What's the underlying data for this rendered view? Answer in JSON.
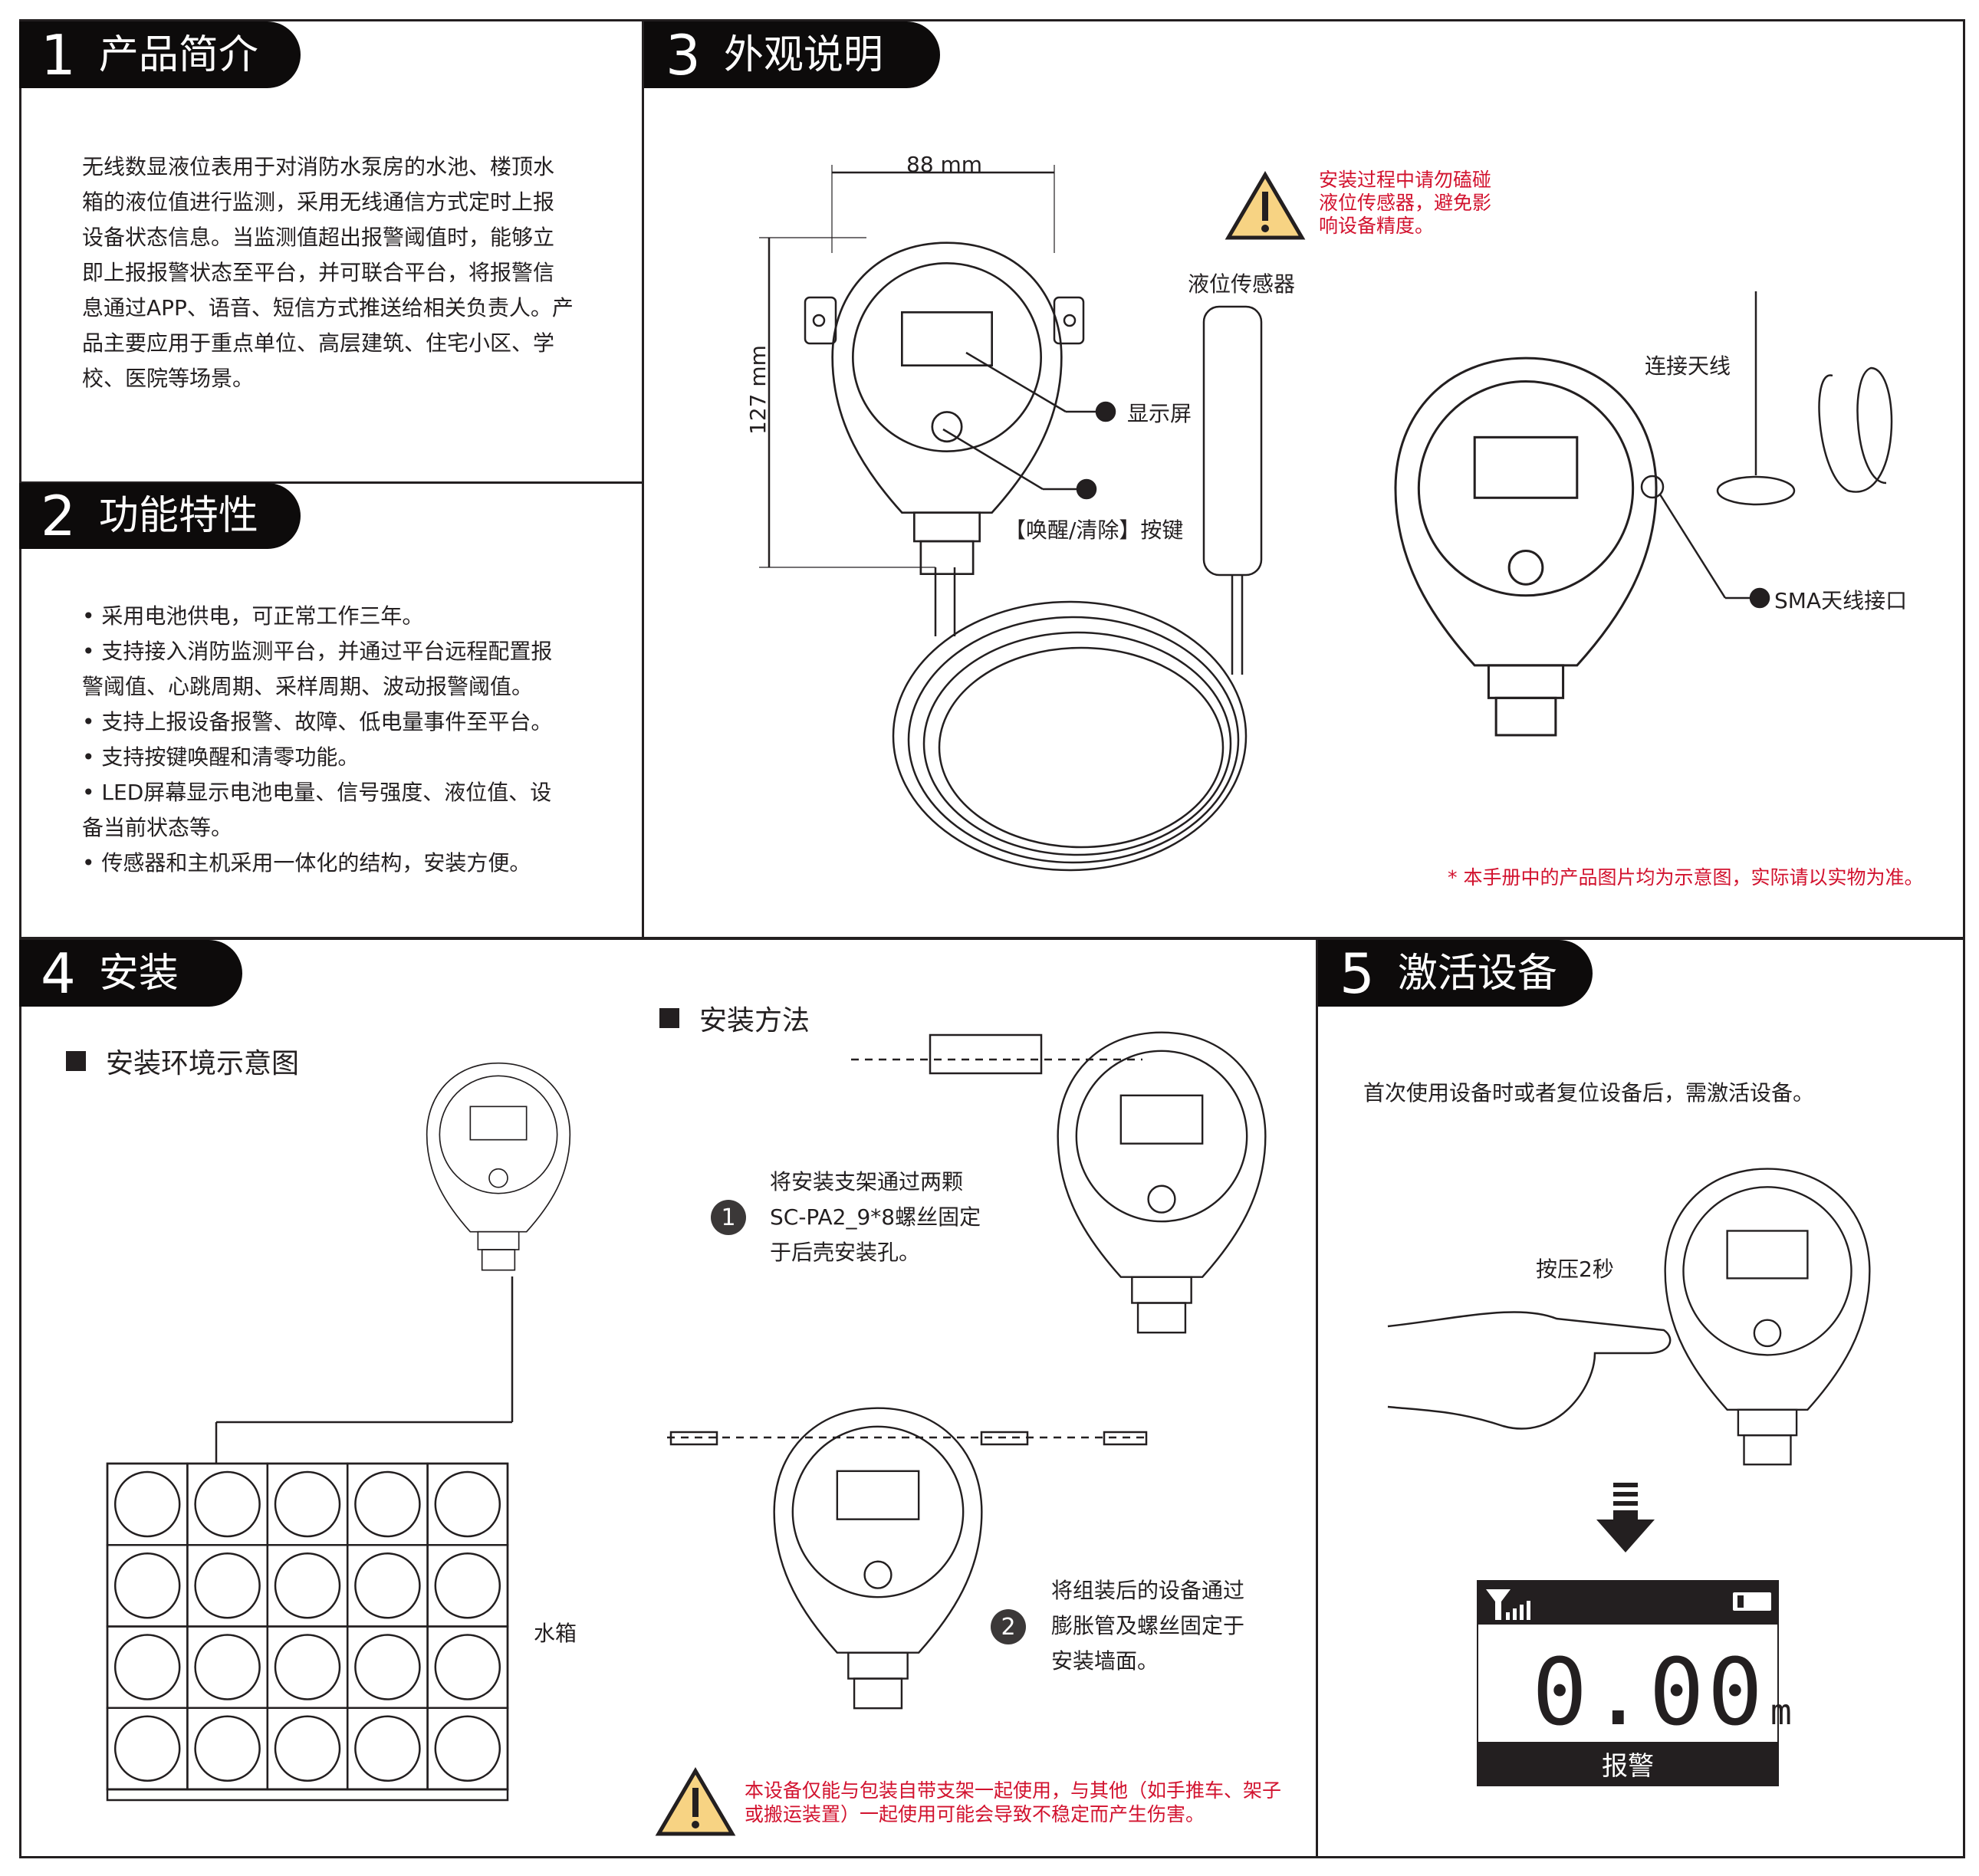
{
  "sections": {
    "s1": {
      "number": "1",
      "title": "产品简介",
      "paragraph": [
        "无线数显液位表用于对消防水泵房的水池、楼顶水",
        "箱的液位值进行监测，采用无线通信方式定时上报",
        "设备状态信息。当监测值超出报警阈值时，能够立",
        "即上报报警状态至平台，并可联合平台，将报警信",
        "息通过APP、语音、短信方式推送给相关负责人。产",
        "品主要应用于重点单位、高层建筑、住宅小区、学",
        "校、医院等场景。"
      ]
    },
    "s2": {
      "number": "2",
      "title": "功能特性",
      "lines": [
        "•  采用电池供电，可正常工作三年。",
        "•  支持接入消防监测平台，并通过平台远程配置报",
        "警阈值、心跳周期、采样周期、波动报警阈值。",
        "•  支持上报设备报警、故障、低电量事件至平台。",
        "•  支持按键唤醒和清零功能。",
        "•  LED屏幕显示电池电量、信号强度、液位值、设",
        "备当前状态等。",
        "•  传感器和主机采用一体化的结构，安装方便。"
      ]
    },
    "s3": {
      "number": "3",
      "title": "外观说明",
      "width_dim": "88 mm",
      "height_dim": "127 mm",
      "label_display": "显示屏",
      "label_button": "【唤醒/清除】按键",
      "label_sensor": "液位传感器",
      "label_antenna": "连接天线",
      "label_sma": "SMA天线接口",
      "warning": [
        "安装过程中请勿磕碰",
        "液位传感器，避免影",
        "响设备精度。"
      ],
      "footnote": "* 本手册中的产品图片均为示意图，实际请以实物为准。"
    },
    "s4": {
      "number": "4",
      "title": "安装",
      "env_title": "安装环境示意图",
      "tank_label": "水箱",
      "method_title": "安装方法",
      "step1": {
        "num": "1",
        "lines": [
          "将安装支架通过两颗",
          "SC-PA2_9*8螺丝固定",
          "于后壳安装孔。"
        ]
      },
      "step2": {
        "num": "2",
        "lines": [
          "将组装后的设备通过",
          "膨胀管及螺丝固定于",
          "安装墙面。"
        ]
      },
      "warning": [
        "本设备仅能与包装自带支架一起使用，与其他（如手推车、架子",
        "或搬运装置）一起使用可能会导致不稳定而产生伤害。"
      ]
    },
    "s5": {
      "number": "5",
      "title": "激活设备",
      "intro": "首次使用设备时或者复位设备后，需激活设备。",
      "press_label": "按压2秒",
      "lcd": {
        "reading": "0.00",
        "unit": "m",
        "status": "报警",
        "signal_bars": 4
      }
    }
  },
  "colors": {
    "warning_red": "#d2122e",
    "warning_yellow": "#f7d383",
    "ink": "#231f20"
  }
}
